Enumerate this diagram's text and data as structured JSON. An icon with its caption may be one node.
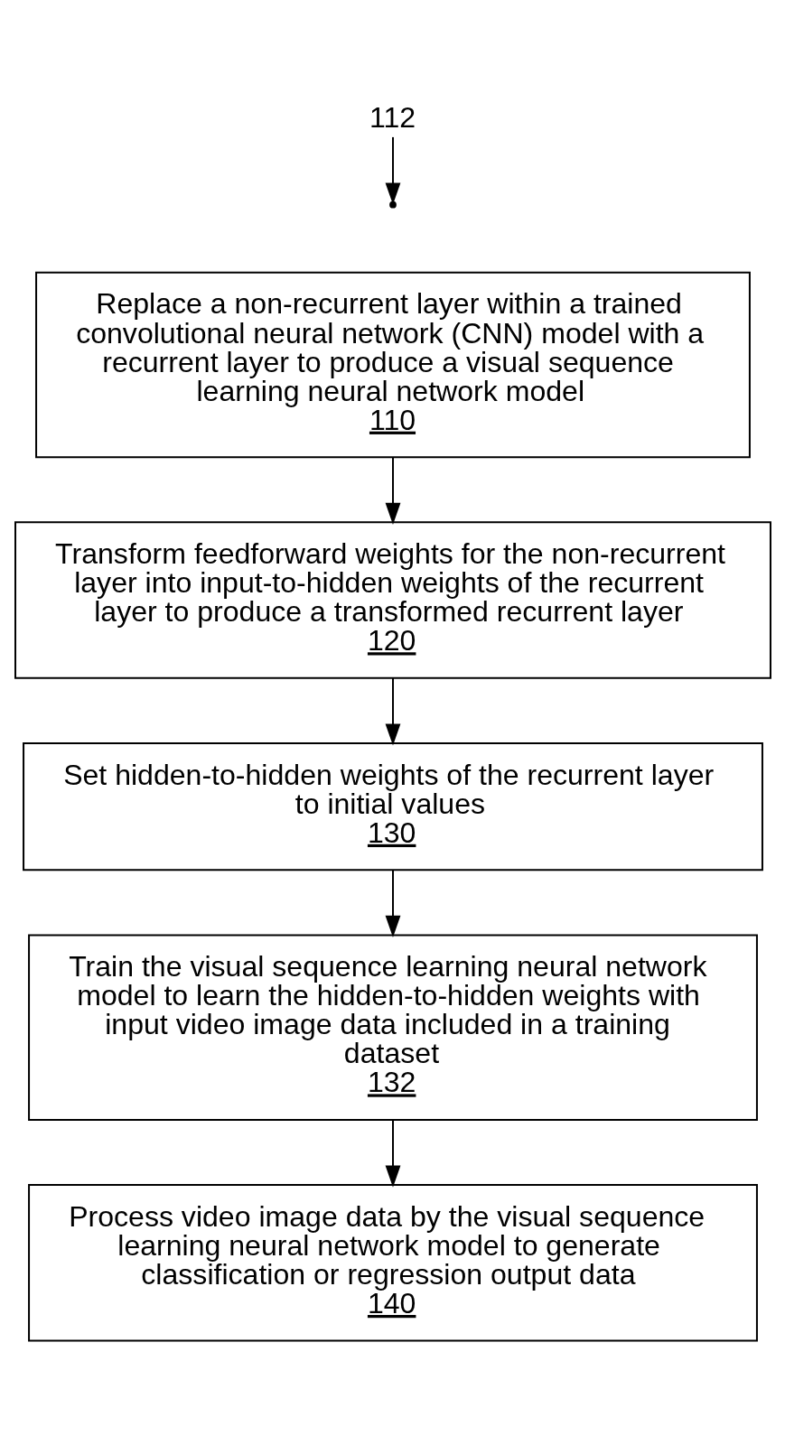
{
  "diagram": {
    "nodes": [
      {
        "text": [
          "Replace a non-recurrent layer within a trained convolutional neural network (CNN) model with a recurrent layer to produce a visual sequence learning neural network model",
          "110"
        ]
      },
      {
        "text": [
          "Transform feedforward weights for the non-recurrent layer into input-to-hidden weights of the recurrent layer to produce a transformed recurrent layer",
          "120"
        ]
      },
      {
        "text": [
          "Set hidden-to-hidden weights of the recurrent layer to initial values",
          "130"
        ]
      },
      {
        "text": [
          "Train the visual sequence learning neural network model to learn the hidden-to-hidden weights with input video image data included in a training dataset",
          "132"
        ]
      },
      {
        "text": [
          "Process video image data by the visual sequence learning neural network model to generate classification or regression output data",
          "140"
        ]
      },
      {
        "text": [
          "112"
        ]
      }
    ],
    "edges": [
      {
        "from": 0,
        "to": 1,
        "arrow": "to"
      },
      {
        "from": 1,
        "to": 2,
        "arrow": "to"
      },
      {
        "from": 2,
        "to": 3,
        "arrow": "to"
      },
      {
        "from": 3,
        "to": 4,
        "arrow": "to"
      },
      {
        "from": 5,
        "to": null,
        "arrow": "to"
      }
    ]
  }
}
